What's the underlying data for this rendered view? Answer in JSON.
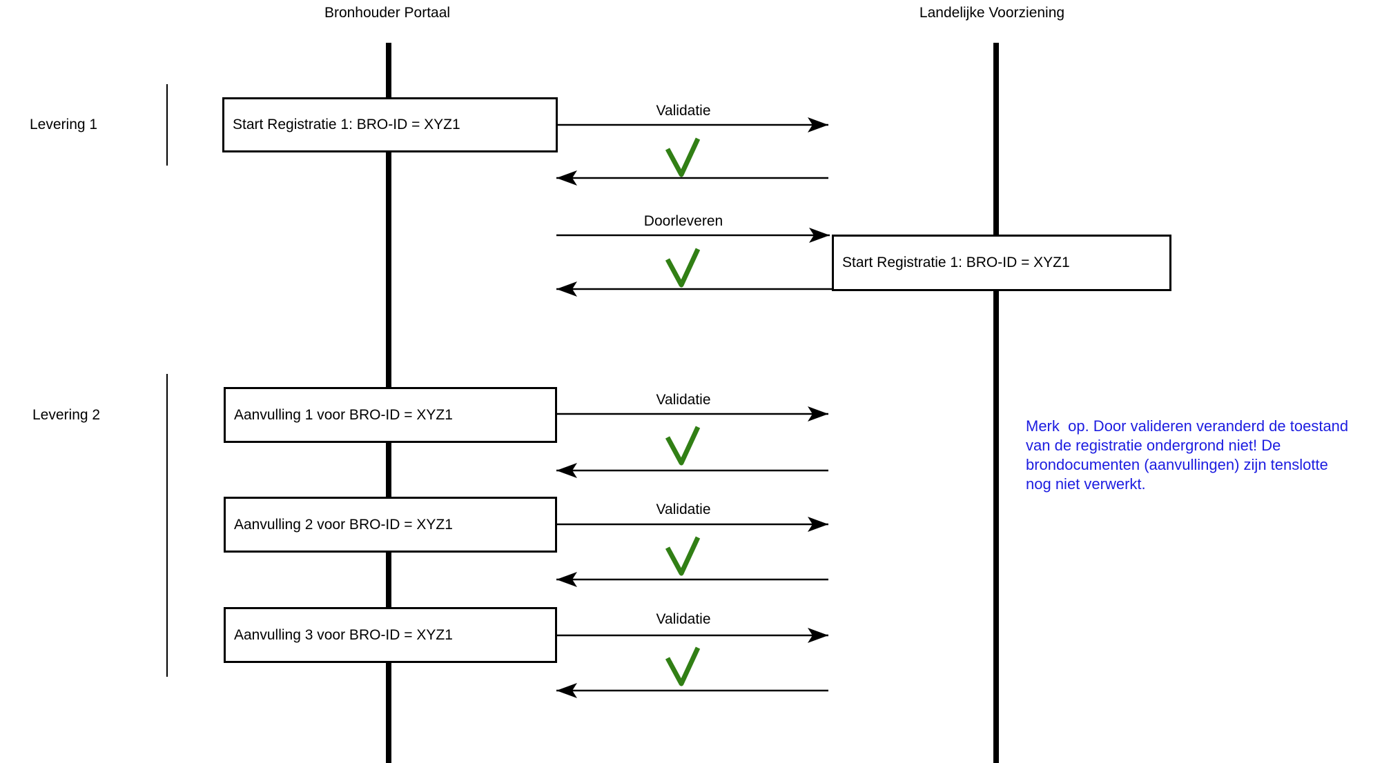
{
  "actors": {
    "left": {
      "label": "Bronhouder Portaal"
    },
    "right": {
      "label": "Landelijke Voorziening"
    }
  },
  "groups": {
    "levering1": {
      "label": "Levering 1"
    },
    "levering2": {
      "label": "Levering 2"
    }
  },
  "messages": {
    "validatie": "Validatie",
    "doorleveren": "Doorleveren"
  },
  "boxes": {
    "start_registratie_portaal": "Start Registratie 1: BRO-ID = XYZ1",
    "start_registratie_lv": "Start Registratie 1: BRO-ID = XYZ1",
    "aanvulling1": "Aanvulling 1 voor BRO-ID = XYZ1",
    "aanvulling2": "Aanvulling 2 voor BRO-ID = XYZ1",
    "aanvulling3": "Aanvulling 3 voor BRO-ID = XYZ1"
  },
  "note": {
    "lines": [
      "Merk  op. Door valideren veranderd de toestand",
      "van de registratie ondergrond niet! De",
      "brondocumenten (aanvullingen) zijn tenslotte",
      "nog niet verwerkt."
    ],
    "color": "#1C1CE0"
  },
  "icons": {
    "check": "✓"
  },
  "colors": {
    "check_green": "#317F15",
    "line_black": "#000000"
  }
}
